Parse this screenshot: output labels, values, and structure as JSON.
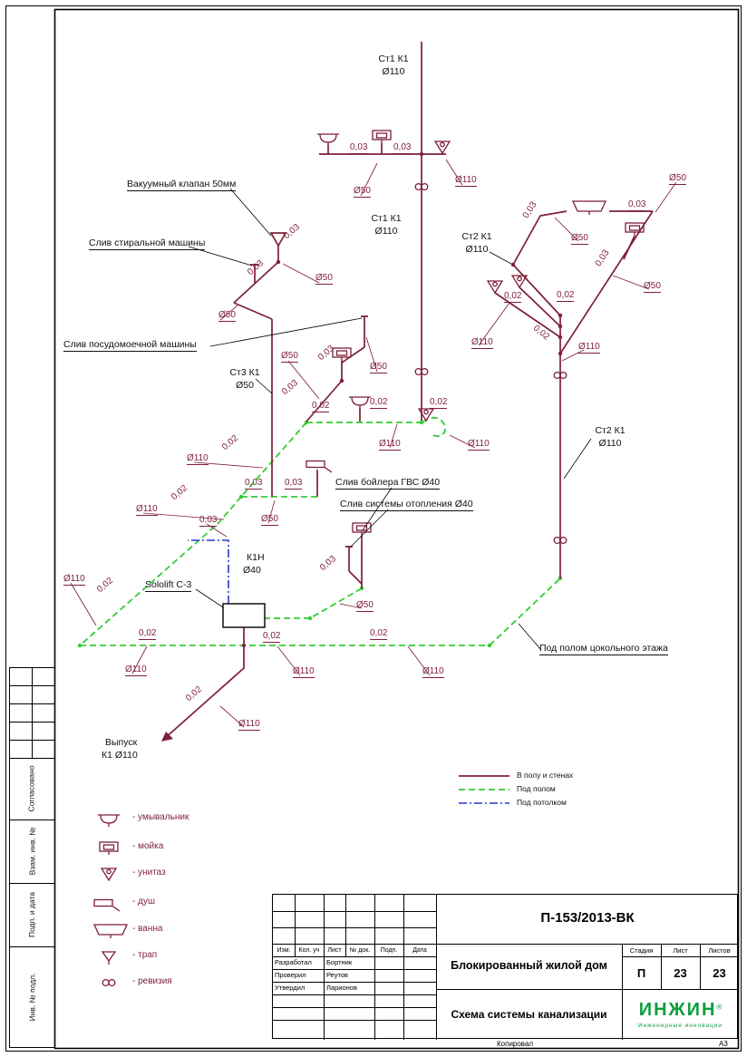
{
  "page": {
    "kopiroval": "Копировал",
    "format": "А3"
  },
  "colors": {
    "pipe_wall": "#7d1f38",
    "pipe_floor": "#33cc33",
    "pipe_ceiling": "#2739cf",
    "logo_green": "#0a9e3c"
  },
  "side": {
    "agreed": "Согласовано",
    "vzam": "Взам. инв. №",
    "podp": "Подп. и дата",
    "inv": "Инв. № подл."
  },
  "diagram": {
    "stacks": {
      "st1": "Ст1 К1",
      "st1_d": "Ø110",
      "st2": "Ст2 К1",
      "st2_d": "Ø110",
      "st3": "Ст3 К1",
      "st3_d": "Ø50"
    },
    "dims": {
      "d110": "Ø110",
      "d50": "Ø50",
      "d40": "Ø40",
      "s003": "0,03",
      "s002": "0,02"
    },
    "notes": {
      "vacuum": "Вакуумный клапан 50мм",
      "washer": "Слив стиральной машины",
      "dishwasher": "Слив посудомоечной машины",
      "boiler": "Слив бойлера ГВС Ø40",
      "heating": "Слив системы отопления Ø40",
      "sololift": "Sololift C-3",
      "k1n": "К1Н",
      "k1n_d": "Ø40",
      "basement": "Под полом цокольного этажа",
      "outlet1": "Выпуск",
      "outlet2": "К1 Ø110"
    }
  },
  "line_legend": [
    {
      "label": "В полу и стенах",
      "style": "wall"
    },
    {
      "label": "Под полом",
      "style": "floor"
    },
    {
      "label": "Под потолком",
      "style": "ceiling"
    }
  ],
  "fixture_legend": [
    {
      "name": "washbasin",
      "label": "- умывальник"
    },
    {
      "name": "sink",
      "label": "- мойка"
    },
    {
      "name": "toilet",
      "label": "- унитаз"
    },
    {
      "name": "shower",
      "label": "- душ"
    },
    {
      "name": "bath",
      "label": "- ванна"
    },
    {
      "name": "trap",
      "label": "- трап"
    },
    {
      "name": "revision",
      "label": "- ревизия"
    }
  ],
  "stamp": {
    "doc_number": "П-153/2013-ВК",
    "project": "Блокированный жилой дом",
    "drawing": "Схема системы канализации",
    "stage_label": "Стадия",
    "stage": "П",
    "sheet_label": "Лист",
    "sheet": "23",
    "sheets_label": "Листов",
    "sheets": "23",
    "cols": [
      "Изм.",
      "Кол. уч",
      "Лист",
      "№ док.",
      "Подп.",
      "Дата"
    ],
    "roles": [
      {
        "role": "Разработал",
        "name": "Бортник"
      },
      {
        "role": "Проверил",
        "name": "Реутов"
      },
      {
        "role": "Утвердил",
        "name": "Ларионов"
      }
    ],
    "logo_name": "ИНЖИН",
    "logo_reg": "®",
    "logo_tagline": "Инженерные инновации"
  }
}
